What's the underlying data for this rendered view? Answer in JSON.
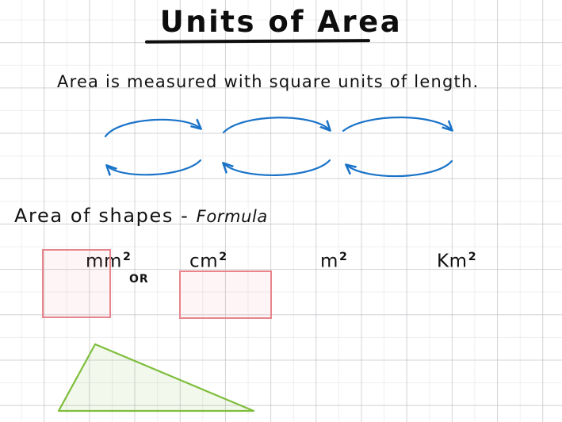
{
  "page": {
    "title": "Units of Area",
    "subtitle": "Area is measured with square units of length.",
    "background": "#ffffff",
    "grid_color": "#bebec3"
  },
  "units_diagram": {
    "description": "Chain of area unit conversions with bidirectional curved arrows",
    "accent_color": "#1a73c8",
    "units": [
      {
        "base": "mm",
        "exponent": "2",
        "label": "mm2"
      },
      {
        "base": "cm",
        "exponent": "2",
        "label": "cm2"
      },
      {
        "base": "m",
        "exponent": "2",
        "label": "m2"
      },
      {
        "base": "Km",
        "exponent": "2",
        "label": "Km2"
      }
    ]
  },
  "shapes_section": {
    "heading_main": "Area of shapes  -  ",
    "heading_formula": "Formula",
    "or_label": "OR",
    "square_color": "#e8848c",
    "rect_color": "#e8848c",
    "triangle_color": "#7ebe3c"
  }
}
